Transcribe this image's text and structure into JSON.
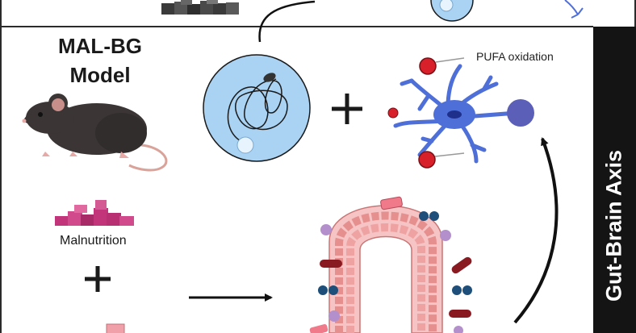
{
  "model": {
    "title_line1": "MAL-BG",
    "title_line2": "Model"
  },
  "labels": {
    "malnutrition": "Malnutrition",
    "pufa": "PUFA oxidation",
    "axis": "Gut-Brain Axis",
    "plus": "+"
  },
  "colors": {
    "frame": "#2b2b2b",
    "bacteria_sphere": "#a9d2f3",
    "neuron": "#4f6fd8",
    "neuron_core": "#1e2f8c",
    "ros_red": "#d8202b",
    "diet_pink": "#c2357a",
    "diet_gray": "#3a3a3a",
    "villi": "#f2a9a9",
    "axis_bar": "#141414"
  },
  "icons": [
    "mouse-icon",
    "diet-blocks-icon",
    "malnutrition-blocks-icon",
    "bacteria-sphere-icon",
    "neuron-icon",
    "intestinal-villi-icon",
    "arrow-icon"
  ]
}
